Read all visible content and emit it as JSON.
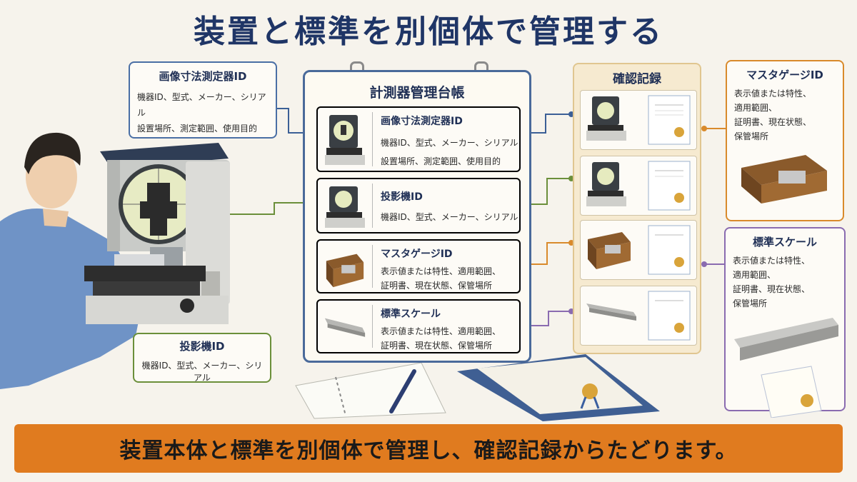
{
  "title": "装置と標準を別個体で管理する",
  "left_cards": {
    "image_meter": {
      "heading": "画像寸法測定器ID",
      "line1": "機器ID、型式、メーカー、シリアル",
      "line2": "設置場所、測定範囲、使用目的"
    },
    "projector": {
      "heading": "投影機ID",
      "line1": "機器ID、型式、メーカー、シリアル"
    }
  },
  "ledger": {
    "title": "計測器管理台帳",
    "rows": [
      {
        "heading": "画像寸法測定器ID",
        "line1": "機器ID、型式、メーカー、シリアル",
        "line2": "設置場所、測定範囲、使用目的",
        "icon": "measuring-device-icon"
      },
      {
        "heading": "投影機ID",
        "line1": "機器ID、型式、メーカー、シリアル",
        "icon": "projector-icon"
      },
      {
        "heading": "マスタゲージID",
        "line1": "表示値または特性、適用範囲、",
        "line2": "証明書、現在状態、保管場所",
        "icon": "gauge-box-icon"
      },
      {
        "heading": "標準スケール",
        "line1": "表示値または特性、適用範囲、",
        "line2": "証明書、現在状態、保管場所",
        "icon": "scale-bar-icon"
      }
    ]
  },
  "confirm": {
    "title": "確認記録"
  },
  "right_cards": {
    "master_gauge": {
      "heading": "マスタゲージID",
      "lines": [
        "表示値または特性、",
        "適用範囲、",
        "証明書、現在状態、",
        "保管場所"
      ]
    },
    "standard_scale": {
      "heading": "標準スケール",
      "lines": [
        "表示値または特性、",
        "適用範囲、",
        "証明書、現在状態、",
        "保管場所"
      ]
    }
  },
  "banner": "装置本体と標準を別個体で管理し、確認記録からたどります。",
  "colors": {
    "title": "#1f3566",
    "blue": "#4a6fa5",
    "green": "#6b8f3a",
    "orange": "#d98a2b",
    "purple": "#8a6bb0",
    "banner": "#e07b1f"
  }
}
